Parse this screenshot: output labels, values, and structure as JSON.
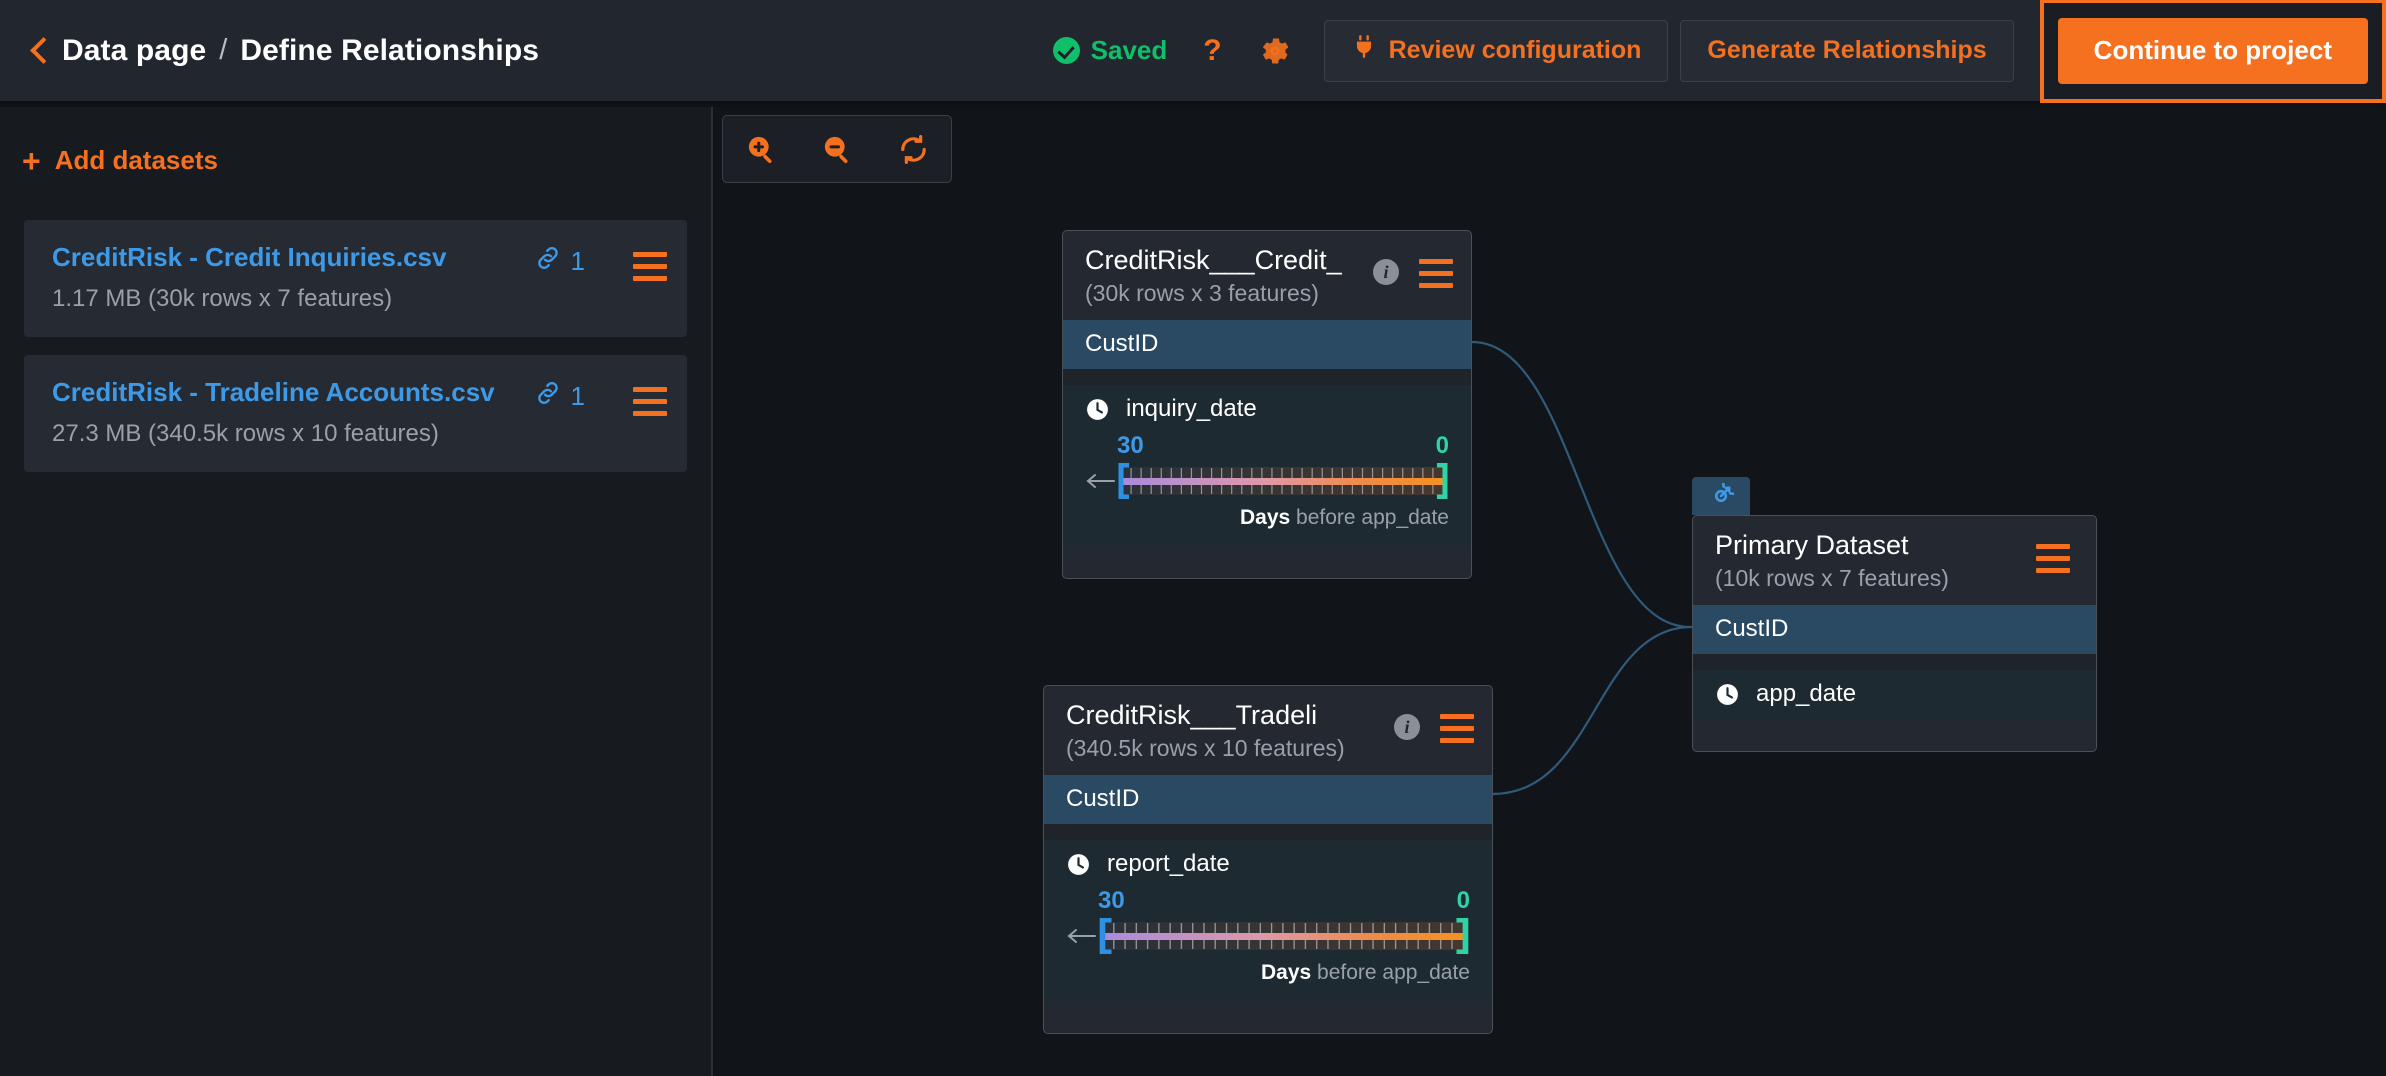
{
  "header": {
    "back_icon": "chevron-left-icon",
    "breadcrumb_root": "Data page",
    "breadcrumb_sep": "/",
    "breadcrumb_current": "Define Relationships",
    "saved_label": "Saved",
    "saved_icon": "check-circle-icon",
    "help_label": "?",
    "gear_icon": "gear-icon",
    "review_icon": "plug-icon",
    "review_label": "Review configuration",
    "generate_label": "Generate Relationships",
    "continue_label": "Continue to project",
    "accent_color": "#f5711f",
    "saved_color": "#0fbf6a"
  },
  "sidebar": {
    "add_datasets_label": "Add datasets",
    "add_icon": "plus-icon",
    "datasets": [
      {
        "name": "CreditRisk - Credit Inquiries.csv",
        "meta": "1.17 MB (30k rows x 7 features)",
        "link_icon": "link-icon",
        "link_count": "1",
        "menu_icon": "hamburger-menu-icon"
      },
      {
        "name": "CreditRisk - Tradeline Accounts.csv",
        "meta": "27.3 MB (340.5k rows x 10 features)",
        "link_icon": "link-icon",
        "link_count": "1",
        "menu_icon": "hamburger-menu-icon"
      }
    ]
  },
  "canvas": {
    "toolbar": {
      "zoom_in_icon": "zoom-in-icon",
      "zoom_out_icon": "zoom-out-icon",
      "reset_icon": "refresh-icon"
    },
    "nodes": [
      {
        "id": "credit-inquiries",
        "title": "CreditRisk___Credit_",
        "subtitle": "(30k rows x 3 features)",
        "info_icon": "info-icon",
        "menu_icon": "hamburger-menu-icon",
        "key_field": "CustID",
        "feature": {
          "icon": "clock-icon",
          "name": "inquiry_date",
          "range_low": "30",
          "range_high": "0",
          "unit_bold": "Days",
          "unit_rest": " before app_date"
        }
      },
      {
        "id": "tradeline-accounts",
        "title": "CreditRisk___Tradeli",
        "subtitle": "(340.5k rows x 10 features)",
        "info_icon": "info-icon",
        "menu_icon": "hamburger-menu-icon",
        "key_field": "CustID",
        "feature": {
          "icon": "clock-icon",
          "name": "report_date",
          "range_low": "30",
          "range_high": "0",
          "unit_bold": "Days",
          "unit_rest": " before app_date"
        }
      }
    ],
    "primary": {
      "badge_icon": "target-icon",
      "title": "Primary Dataset",
      "subtitle": "(10k rows x 7 features)",
      "menu_icon": "hamburger-menu-icon",
      "key_field": "CustID",
      "date_field": "app_date",
      "date_icon": "clock-icon"
    }
  }
}
